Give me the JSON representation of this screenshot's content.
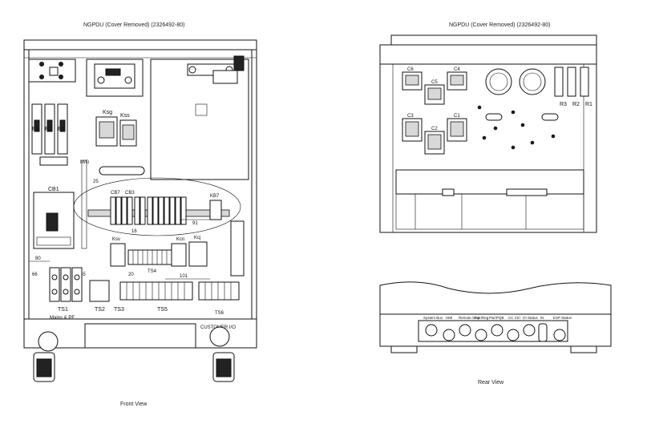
{
  "front": {
    "title": "NGPDU (Cover Removed) (2326492-80)",
    "caption": "Front View",
    "labels": {
      "f1": "F1",
      "f2": "F2",
      "f3": "F3",
      "ksg": "Ksg",
      "kss": "Kss",
      "cb1": "CB1",
      "cb7": "CB7",
      "cb3": "CB3",
      "kb7": "KB7",
      "ksv": "Ksv",
      "kcn": "Kcn",
      "kcj": "Kcj",
      "ts1": "TS1",
      "ts1_sub": "Mains & PE",
      "ts2": "TS2",
      "ts3": "TS3",
      "ts4": "TS4",
      "ts5": "TS5",
      "ts6": "TS6",
      "customer_io": "CUSTOMER I/O",
      "dim_80": "80",
      "dim_66": "66",
      "dim_45": "45",
      "dim_25": "25",
      "dim_16": "16",
      "dim_20": "20",
      "dim_91": "91",
      "dim_101": "101",
      "mg": "M/G"
    }
  },
  "rear": {
    "title": "NGPDU (Cover Removed) (2326492-80)",
    "caption": "Rear View",
    "labels": {
      "c6": "C6",
      "c4": "C4",
      "c5": "C5",
      "c3": "C3",
      "c1": "C1",
      "c2": "C2",
      "r3": "R3",
      "r2": "R2",
      "r1": "R1",
      "connectors": [
        "System Bus",
        "HMI",
        "Remote Stop",
        "Pwr/Reg",
        "Pwr/PQB",
        "CC Ctrl",
        "IO Status",
        "IN",
        "ESP Status"
      ]
    }
  }
}
